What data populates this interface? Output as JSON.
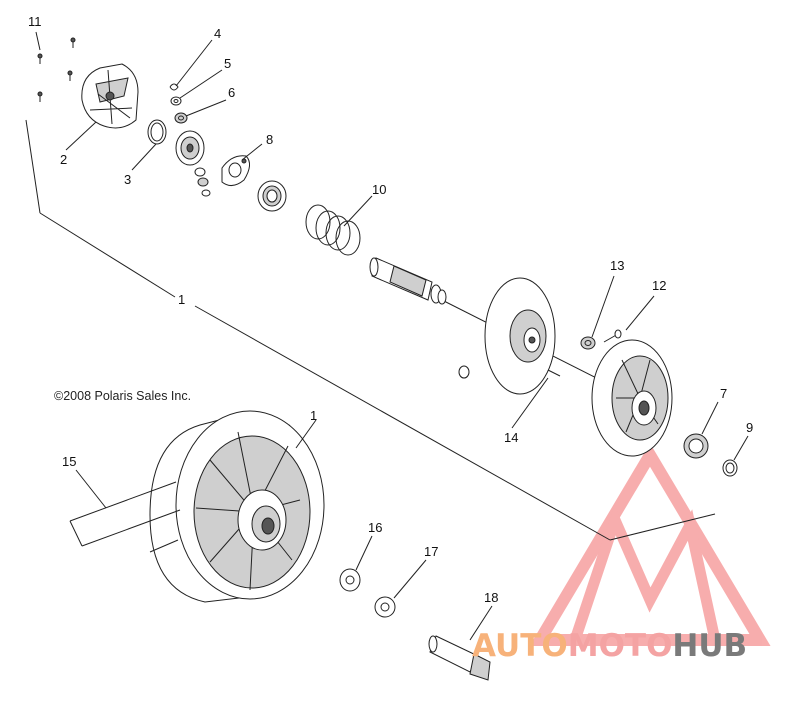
{
  "copyright": "©2008 Polaris Sales Inc.",
  "watermark": {
    "text_auto": "AUTO",
    "text_moto": "MOTO",
    "text_hub": "HUB",
    "color_red": "#f26b6b",
    "color_orange": "#f7b27a",
    "color_gray": "#7a7a7a"
  },
  "callouts": [
    {
      "id": "11",
      "label": "11"
    },
    {
      "id": "4",
      "label": "4"
    },
    {
      "id": "5",
      "label": "5"
    },
    {
      "id": "6",
      "label": "6"
    },
    {
      "id": "2",
      "label": "2"
    },
    {
      "id": "3",
      "label": "3"
    },
    {
      "id": "8",
      "label": "8"
    },
    {
      "id": "10",
      "label": "10"
    },
    {
      "id": "1a",
      "label": "1"
    },
    {
      "id": "13",
      "label": "13"
    },
    {
      "id": "12",
      "label": "12"
    },
    {
      "id": "7",
      "label": "7"
    },
    {
      "id": "9",
      "label": "9"
    },
    {
      "id": "14",
      "label": "14"
    },
    {
      "id": "1b",
      "label": "1"
    },
    {
      "id": "15",
      "label": "15"
    },
    {
      "id": "16",
      "label": "16"
    },
    {
      "id": "17",
      "label": "17"
    },
    {
      "id": "18",
      "label": "18"
    }
  ]
}
